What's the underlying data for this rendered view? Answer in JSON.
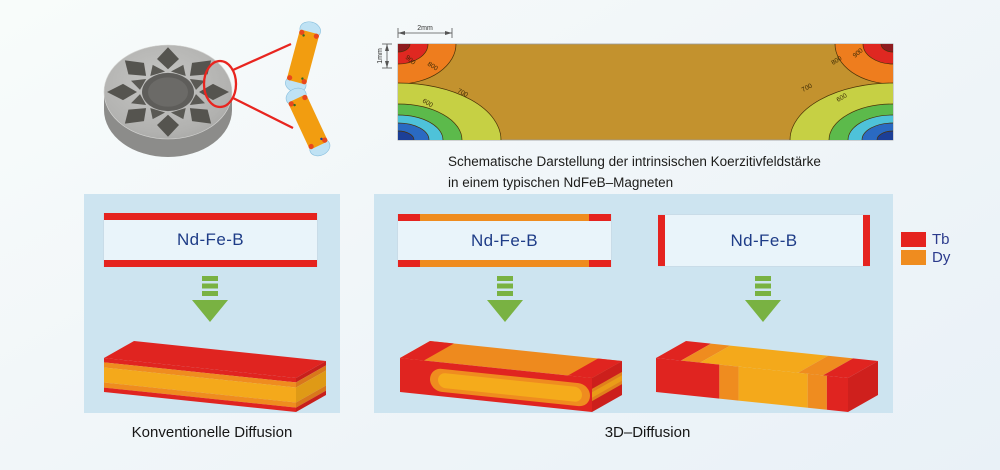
{
  "figure": {
    "caption_line1": "Schematische Darstellung der intrinsischen Koerzitivfeldstärke",
    "caption_line2": "in einem typischen NdFeB–Magneten",
    "contour": {
      "dim_width_label": "2mm",
      "dim_height_label": "1mm",
      "level_900": "900",
      "level_800": "800",
      "level_700": "700",
      "level_600": "600",
      "body_color": "#c3922e",
      "ring_colors_top_corners": [
        "#8f1b1f",
        "#df2821",
        "#ee7d1e"
      ],
      "ring_colors_bottom_corners": [
        "#1c3f97",
        "#2a6ac2",
        "#4ec2d9",
        "#5cba4b",
        "#c6d044"
      ]
    }
  },
  "panels": {
    "left": {
      "bar_label": "Nd-Fe-B",
      "caption": "Konventionelle Diffusion"
    },
    "right": {
      "bar_top_label": "Nd-Fe-B",
      "bar_side_label": "Nd-Fe-B",
      "caption": "3D–Diffusion"
    }
  },
  "legend": {
    "items": [
      {
        "label": "Tb",
        "color": "#e5231f"
      },
      {
        "label": "Dy",
        "color": "#ef8c1f"
      }
    ]
  },
  "colors": {
    "tb_red": "#e5231f",
    "dy_orange": "#ef8c1f",
    "amber_core": "#f4a91b",
    "arrow_green": "#79b242",
    "panel_bg": "#cde4f0",
    "ndfeb_text": "#1e3c87",
    "annotation_red": "#e8251f"
  }
}
